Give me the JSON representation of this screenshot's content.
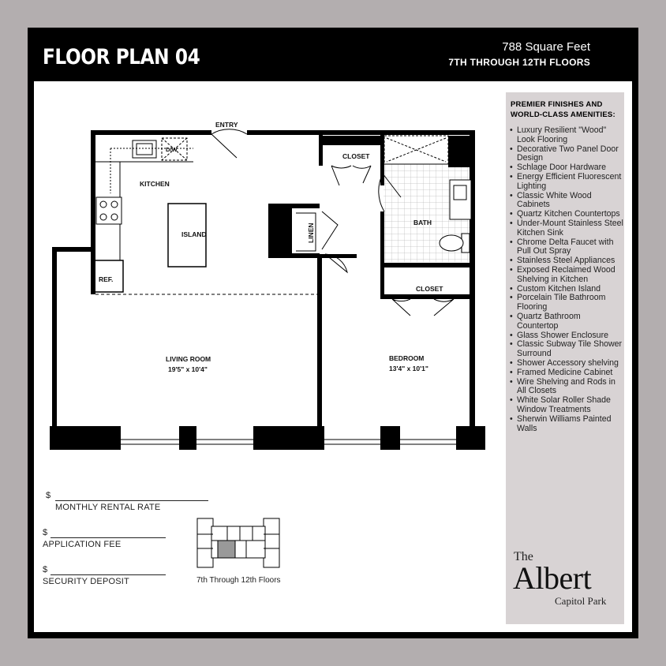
{
  "header": {
    "title": "FLOOR PLAN 04",
    "square_feet": "788 Square Feet",
    "floors": "7TH THROUGH 12TH FLOORS"
  },
  "plan": {
    "entry": "ENTRY",
    "dw": "D/W",
    "closet_top": "CLOSET",
    "kitchen": "KITCHEN",
    "island": "ISLAND",
    "linen": "LINEN",
    "bath": "BATH",
    "ref": "REF.",
    "closet_bed": "CLOSET",
    "living_room": "LIVING ROOM",
    "living_dims": "19'5\" x 10'4\"",
    "bedroom": "BEDROOM",
    "bedroom_dims": "13'4\" x 10'1\""
  },
  "amenities": {
    "heading": "PREMIER FINISHES AND WORLD-CLASS AMENITIES:",
    "items": [
      "Luxury Resilient \"Wood\" Look Flooring",
      "Decorative Two Panel Door Design",
      "Schlage Door Hardware",
      "Energy Efficient Fluorescent Lighting",
      "Classic White Wood Cabinets",
      "Quartz Kitchen Countertops",
      "Under-Mount Stainless Steel Kitchen Sink",
      "Chrome Delta Faucet with Pull Out Spray",
      "Stainless Steel Appliances",
      "Exposed Reclaimed Wood Shelving in Kitchen",
      "Custom Kitchen Island",
      "Porcelain Tile Bathroom Flooring",
      "Quartz Bathroom Countertop",
      "Glass Shower Enclosure",
      "Classic Subway Tile Shower Surround",
      "Shower Accessory shelving",
      "Framed Medicine Cabinet",
      "Wire Shelving and Rods in All Closets",
      "White Solar Roller Shade Window Treatments",
      "Sherwin Williams Painted Walls"
    ]
  },
  "brand": {
    "the": "The",
    "name": "Albert",
    "sub": "Capitol Park"
  },
  "fees": {
    "currency": "$",
    "monthly": "MONTHLY RENTAL RATE",
    "application": "APPLICATION FEE",
    "deposit": "SECURITY DEPOSIT"
  },
  "keyplan": {
    "label": "7th Through 12th Floors"
  }
}
